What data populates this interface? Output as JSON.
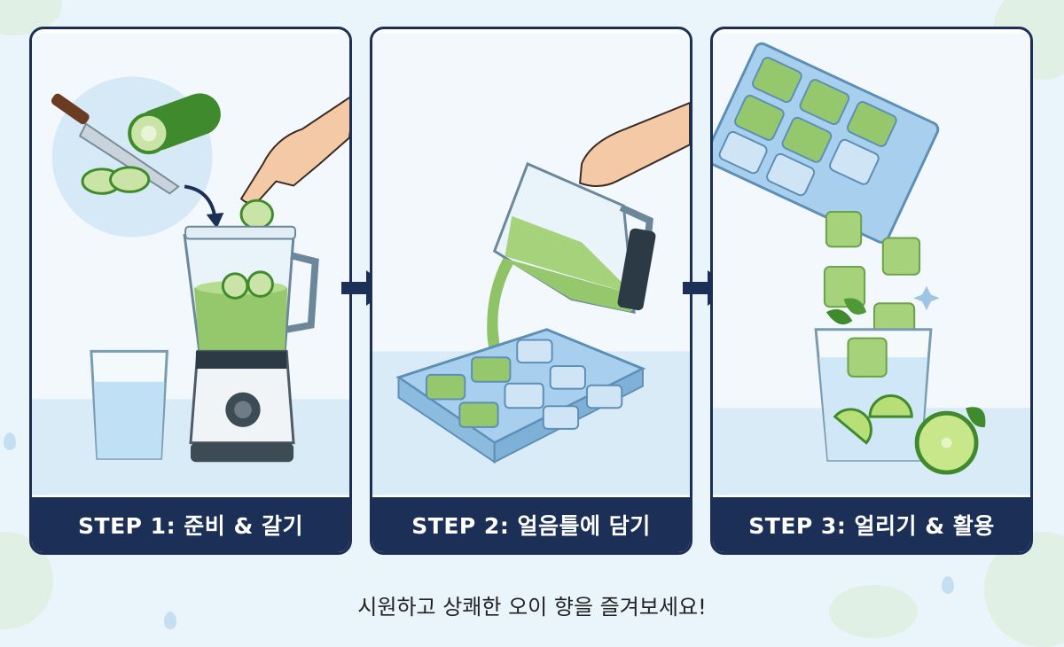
{
  "steps": [
    {
      "label": "STEP 1: 준비 & 갈기"
    },
    {
      "label": "STEP 2: 얼음틀에 담기"
    },
    {
      "label": "STEP 3: 얼리기 & 활용"
    }
  ],
  "footer": "시원하고 상쾌한 오이 향을 즐겨보세요!",
  "colors": {
    "navy": "#1c2f57",
    "cucumber": "#5f9e3f",
    "juice": "#95c86c",
    "water": "#bfe0f5",
    "tray": "#a8cfee"
  }
}
